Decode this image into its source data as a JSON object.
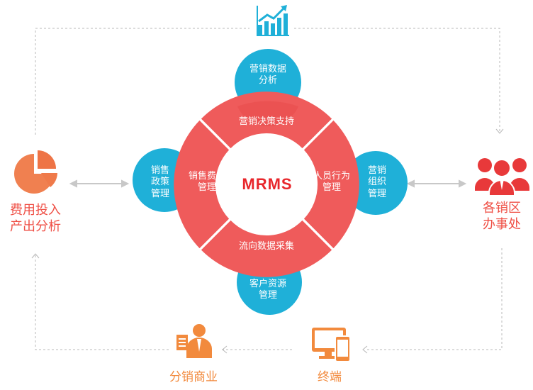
{
  "center": {
    "title": "MRMS"
  },
  "segments": {
    "top": "营销决策支持",
    "right": "人员行为\n管理",
    "bottom": "流向数据采集",
    "left": "销售费用\n管理"
  },
  "bubbles": {
    "top": "营销数据\n分析",
    "right": "营销\n组织\n管理",
    "bottom": "客户资源\n管理",
    "left": "销售\n政策\n管理"
  },
  "nodes": {
    "left": "费用投入\n产出分析",
    "right": "各销区\n办事处",
    "bottom_left": "分销商业",
    "bottom_right": "终端"
  },
  "icons": {
    "top": "trend-chart-icon",
    "left": "pie-chart-icon",
    "right": "people-group-icon",
    "bottom_left": "business-person-icon",
    "bottom_right": "devices-icon"
  },
  "colors": {
    "red": "#ef5b5b",
    "blue": "#1fb0d8",
    "orange": "#f28a3d",
    "text_red": "#ef4f45",
    "mrms_red": "#e8262b"
  }
}
